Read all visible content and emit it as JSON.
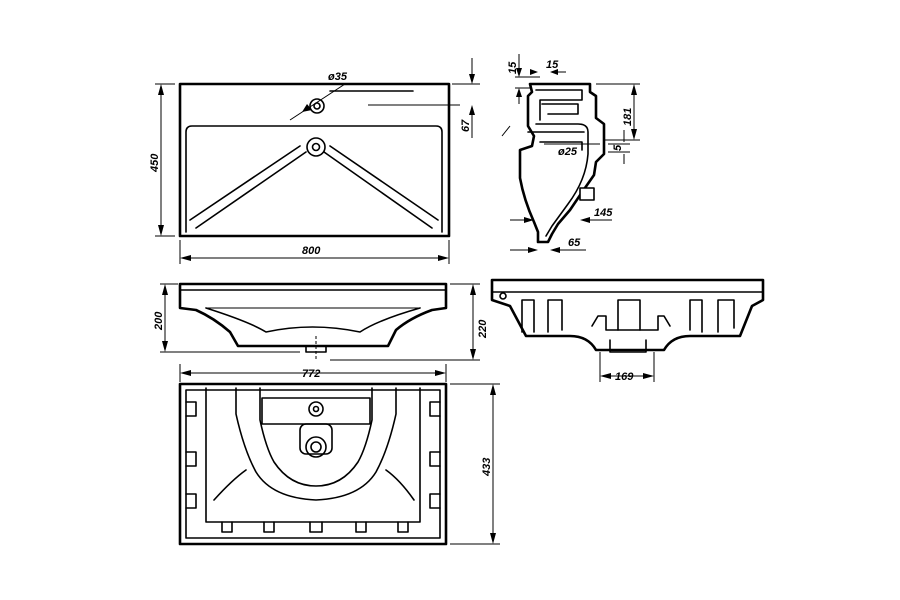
{
  "dimensions": {
    "top_width": "800",
    "top_depth": "450",
    "tap_hole": "ø35",
    "tap_offset": "67",
    "side_rim": "15",
    "side_rim_w": "15",
    "side_height": "181",
    "drain_dia": "ø25",
    "drain_offset": "5",
    "side_145": "145",
    "side_65": "65",
    "front_height": "200",
    "front_height_r": "220",
    "bottom_width": "772",
    "bottom_depth": "433",
    "rear_169": "169"
  }
}
